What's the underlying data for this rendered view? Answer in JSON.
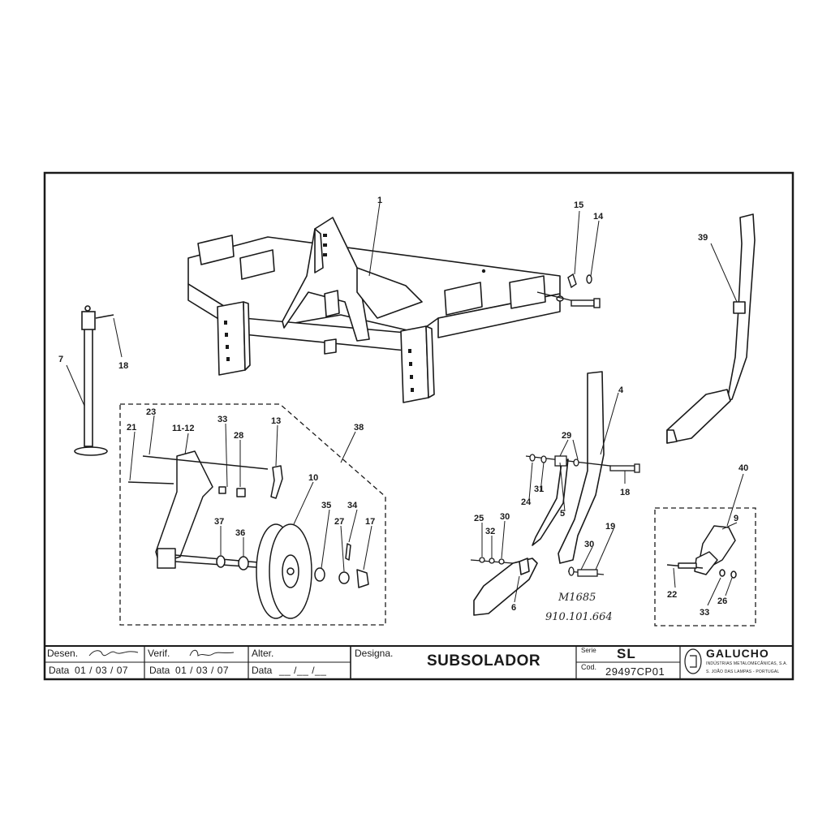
{
  "diagram": {
    "callouts": {
      "c1": "1",
      "c4": "4",
      "c5": "5",
      "c6": "6",
      "c7": "7",
      "c9": "9",
      "c10": "10",
      "c11_12": "11-12",
      "c13": "13",
      "c14": "14",
      "c15": "15",
      "c17": "17",
      "c18a": "18",
      "c18b": "18",
      "c19": "19",
      "c21": "21",
      "c22": "22",
      "c23": "23",
      "c24": "24",
      "c25": "25",
      "c26": "26",
      "c27": "27",
      "c28": "28",
      "c29": "29",
      "c30a": "30",
      "c30b": "30",
      "c31": "31",
      "c32": "32",
      "c33a": "33",
      "c33b": "33",
      "c34": "34",
      "c35": "35",
      "c36": "36",
      "c37": "37",
      "c38": "38",
      "c39": "39",
      "c40": "40"
    },
    "handwritten": {
      "ref1": "M1685",
      "ref2": "910.101.664"
    }
  },
  "title_block": {
    "desen_label": "Desen.",
    "verif_label": "Verif.",
    "alter_label": "Alter.",
    "designa_label": "Designa.",
    "serie_label": "Serie",
    "cod_label": "Cod.",
    "data_label": "Data",
    "desen_date": "01 / 03 / 07",
    "verif_date": "01 / 03 / 07",
    "alter_date": "__ /__ /__",
    "title": "SUBSOLADOR",
    "serie": "SL",
    "code": "29497CP01",
    "company": "GALUCHO",
    "company_sub": "INDÚSTRIAS METALOMECÂNICAS, S.A.",
    "company_addr": "S. JOÃO DAS LAMPAS - PORTUGAL"
  }
}
